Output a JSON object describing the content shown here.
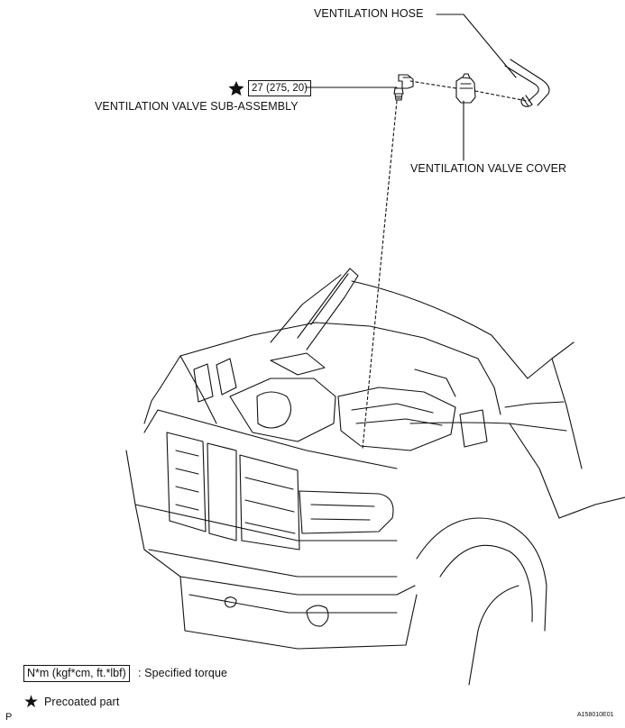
{
  "labels": {
    "ventilation_hose": "VENTILATION HOSE",
    "valve_sub_assembly": "VENTILATION VALVE SUB-ASSEMBLY",
    "valve_cover": "VENTILATION VALVE COVER"
  },
  "torque": {
    "value": "27 (275, 20)",
    "star_glyph": "★"
  },
  "legend": {
    "torque_box": "N*m (kgf*cm, ft.*lbf)",
    "torque_text": ": Specified torque",
    "star_glyph": "★",
    "precoated_text": "Precoated part"
  },
  "footer": {
    "left_mark": "P",
    "figure_code": "A158010E01"
  },
  "icons": [
    "star-icon",
    "ventilation-valve-drawing",
    "valve-cover-drawing",
    "ventilation-hose-drawing",
    "truck-engine-bay-drawing"
  ]
}
